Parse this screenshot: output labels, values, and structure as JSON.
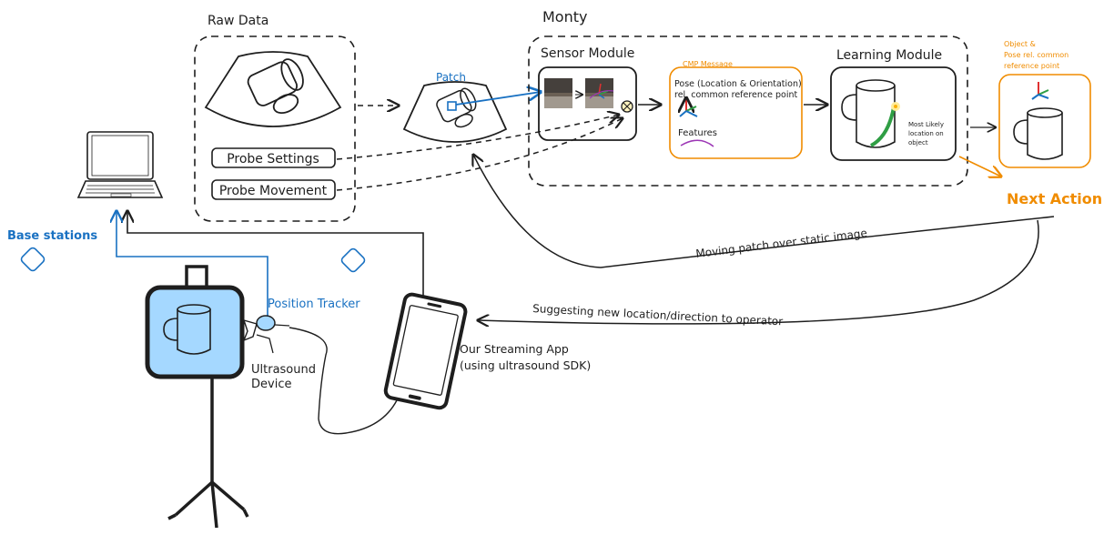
{
  "raw_data": {
    "title": "Raw Data",
    "probe_settings": "Probe Settings",
    "probe_movement": "Probe Movement"
  },
  "patch": {
    "label": "Patch"
  },
  "monty": {
    "title": "Monty",
    "sensor_module": "Sensor Module",
    "cmp_message": {
      "title": "CMP Message",
      "pose_line1": "Pose (Location & Orientation)",
      "pose_line2": "rel. common reference point",
      "features": "Features"
    },
    "learning_module": {
      "title": "Learning Module",
      "note_line1": "Most Likely",
      "note_line2": "location on",
      "note_line3": "object"
    }
  },
  "output": {
    "line1": "Object &",
    "line2": "Pose rel. common",
    "line3": "reference point",
    "next_action": "Next Action"
  },
  "tracking": {
    "base_stations": "Base stations",
    "position_tracker": "Position Tracker"
  },
  "device": {
    "line1": "Ultrasound",
    "line2": "Device"
  },
  "app": {
    "line1": "Our Streaming App",
    "line2": "(using ultrasound SDK)"
  },
  "arrows": {
    "moving_patch": "Moving patch over static image",
    "suggesting": "Suggesting new location/direction to operator"
  },
  "colors": {
    "ink": "#1e1e1e",
    "blue": "#1971c2",
    "orange": "#f08c00",
    "green": "#2f9e44",
    "red": "#e03131",
    "light_blue": "#a5d8ff",
    "purple": "#9c36b5"
  }
}
